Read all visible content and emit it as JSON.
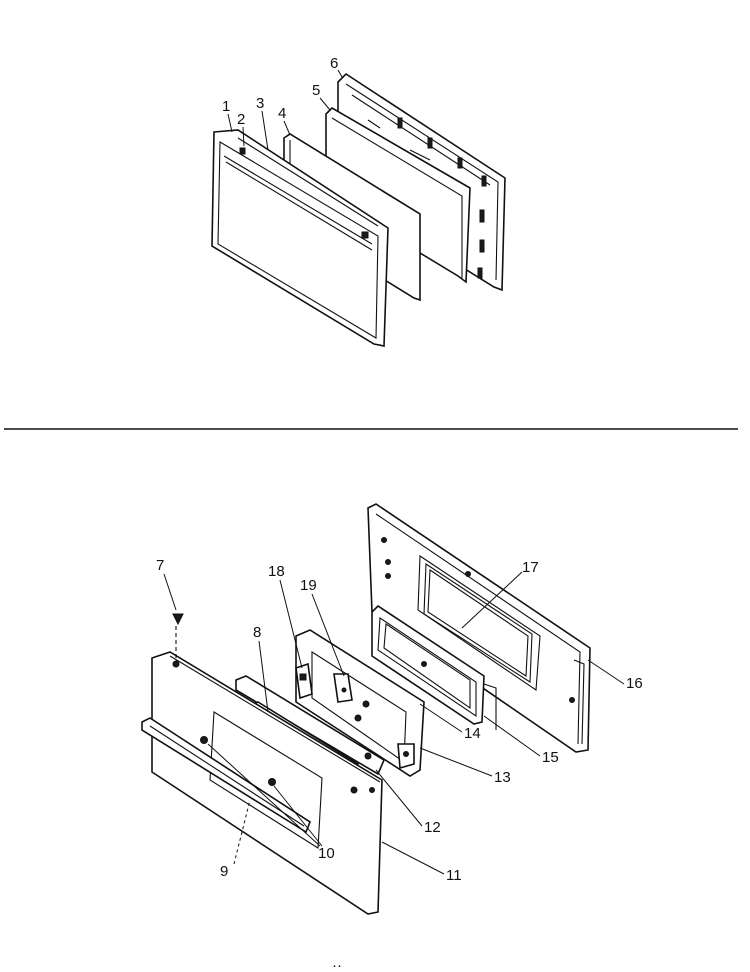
{
  "labels": {
    "p1": "1",
    "p2": "2",
    "p3": "3",
    "p4": "4",
    "p5": "5",
    "p6": "6",
    "p7": "7",
    "p8": "8",
    "p9": "9",
    "p10": "10",
    "p11": "11",
    "p12": "12",
    "p13": "13",
    "p14": "14",
    "p15": "15",
    "p16": "16",
    "p17": "17",
    "p18": "18",
    "p19": "19"
  },
  "footer": {
    "mark": "··"
  }
}
